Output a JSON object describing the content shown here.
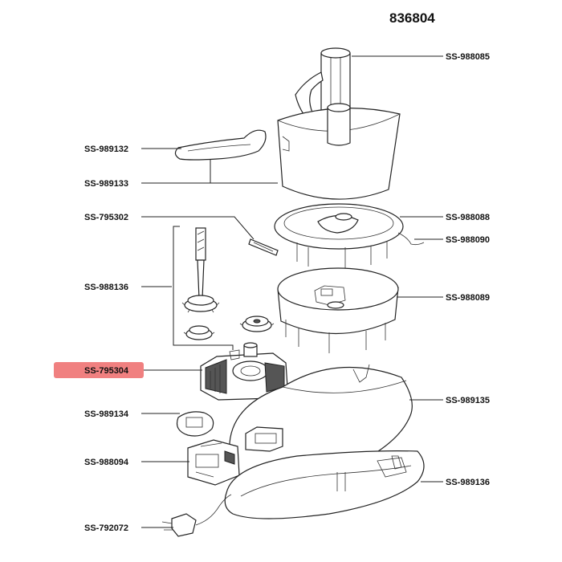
{
  "diagram": {
    "model_number": "836804",
    "highlight_color": "#f08080",
    "parts": [
      {
        "id": "ss-988085",
        "label": "SS-988085",
        "highlighted": false
      },
      {
        "id": "ss-989132",
        "label": "SS-989132",
        "highlighted": false
      },
      {
        "id": "ss-989133",
        "label": "SS-989133",
        "highlighted": false
      },
      {
        "id": "ss-795302",
        "label": "SS-795302",
        "highlighted": false
      },
      {
        "id": "ss-988088",
        "label": "SS-988088",
        "highlighted": false
      },
      {
        "id": "ss-988090",
        "label": "SS-988090",
        "highlighted": false
      },
      {
        "id": "ss-988136",
        "label": "SS-988136",
        "highlighted": false
      },
      {
        "id": "ss-988089",
        "label": "SS-988089",
        "highlighted": false
      },
      {
        "id": "ss-795304",
        "label": "SS-795304",
        "highlighted": true
      },
      {
        "id": "ss-989135",
        "label": "SS-989135",
        "highlighted": false
      },
      {
        "id": "ss-989134",
        "label": "SS-989134",
        "highlighted": false
      },
      {
        "id": "ss-988094",
        "label": "SS-988094",
        "highlighted": false
      },
      {
        "id": "ss-989136",
        "label": "SS-989136",
        "highlighted": false
      },
      {
        "id": "ss-792072",
        "label": "SS-792072",
        "highlighted": false
      }
    ]
  }
}
